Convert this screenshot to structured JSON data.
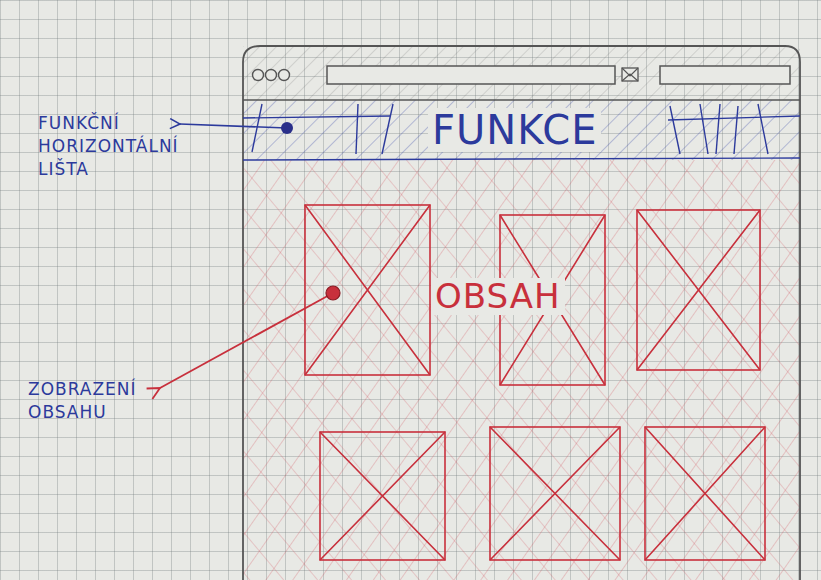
{
  "diagram": {
    "nodes": [
      {
        "text": [
          "FUNKCE"
        ]
      },
      {
        "text": [
          "OBSAH"
        ]
      }
    ],
    "labels": [
      "FUNKČNÍ HORIZONTÁLNÍ LIŠTA",
      "ZOBRAZENÍ OBSAHU"
    ]
  }
}
